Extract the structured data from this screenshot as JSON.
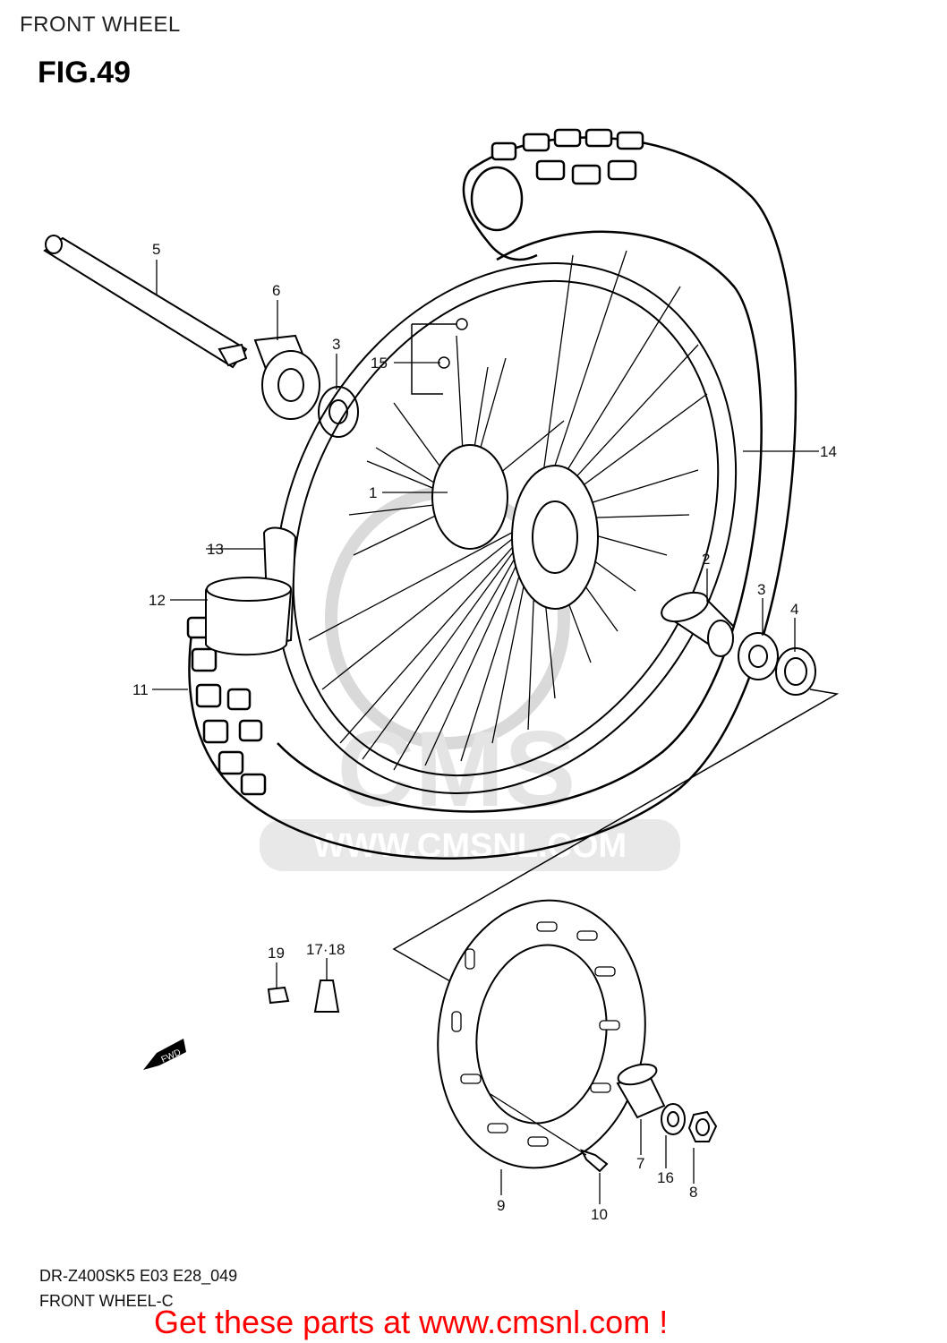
{
  "header": {
    "title": "FRONT WHEEL"
  },
  "figure": {
    "label": "FIG.49"
  },
  "callouts": [
    {
      "id": "5",
      "label": "5"
    },
    {
      "id": "6",
      "label": "6"
    },
    {
      "id": "3a",
      "label": "3"
    },
    {
      "id": "15",
      "label": "15"
    },
    {
      "id": "14",
      "label": "14"
    },
    {
      "id": "1",
      "label": "1"
    },
    {
      "id": "13",
      "label": "13"
    },
    {
      "id": "12",
      "label": "12"
    },
    {
      "id": "11",
      "label": "11"
    },
    {
      "id": "2",
      "label": "2"
    },
    {
      "id": "3b",
      "label": "3"
    },
    {
      "id": "4",
      "label": "4"
    },
    {
      "id": "19",
      "label": "19"
    },
    {
      "id": "17-18",
      "label": "17·18"
    },
    {
      "id": "7",
      "label": "7"
    },
    {
      "id": "16",
      "label": "16"
    },
    {
      "id": "8",
      "label": "8"
    },
    {
      "id": "9",
      "label": "9"
    },
    {
      "id": "10",
      "label": "10"
    }
  ],
  "fwd_badge": "FWD",
  "watermark": {
    "text": "WWW.CMSNL.COM",
    "logo": "CMS"
  },
  "footer": {
    "model_code": "DR-Z400SK5 E03 E28_049",
    "caption": "FRONT WHEEL-C",
    "promo": "Get these parts at www.cmsnl.com !"
  }
}
